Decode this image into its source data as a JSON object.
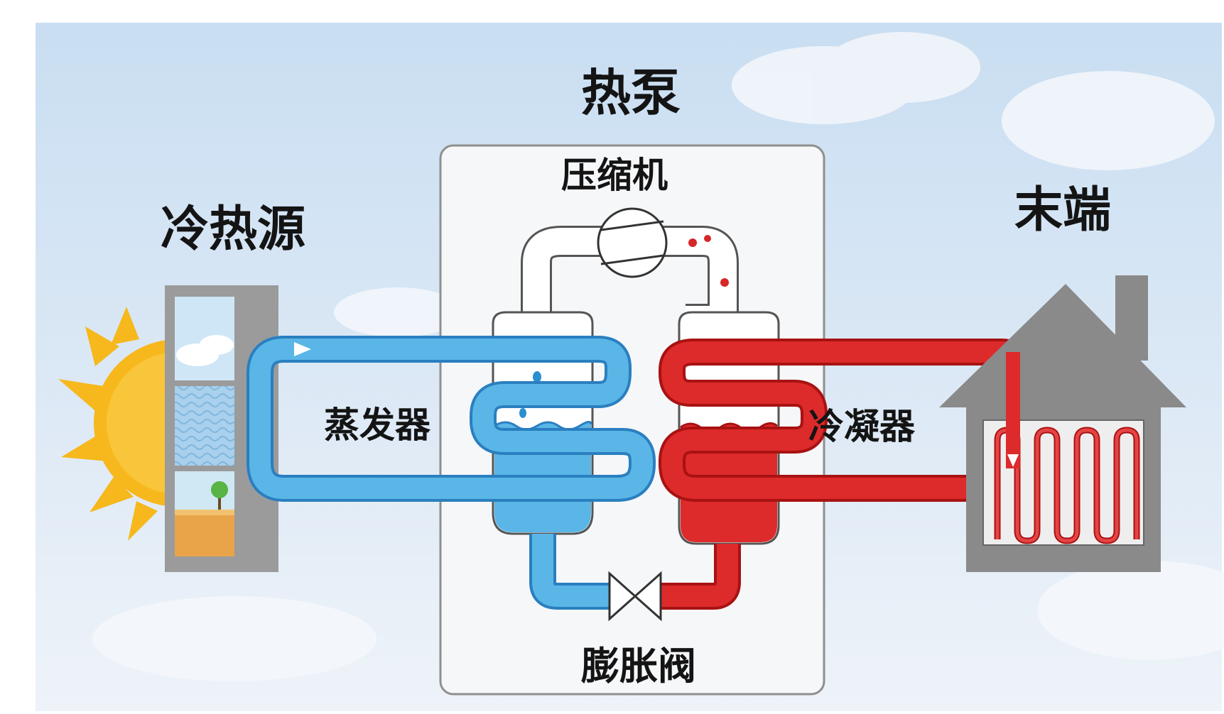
{
  "title": "热泵",
  "labels": {
    "heat_source": "冷热源",
    "terminal": "末端",
    "compressor": "压缩机",
    "evaporator": "蒸发器",
    "condenser": "冷凝器",
    "expansion_valve": "膨胀阀"
  },
  "colors": {
    "cold_loop": "#5ab6e6",
    "cold_outline": "#2a7fc0",
    "hot_loop": "#dd2a2a",
    "hot_outline": "#a81212",
    "sky": "#d6e6f4",
    "sun": "#f6b81c",
    "house": "#8a8a8a"
  },
  "icons": [
    "sun-icon",
    "house-icon",
    "radiator-icon",
    "compressor-icon",
    "expansion-valve-icon",
    "flow-arrow-icon"
  ]
}
